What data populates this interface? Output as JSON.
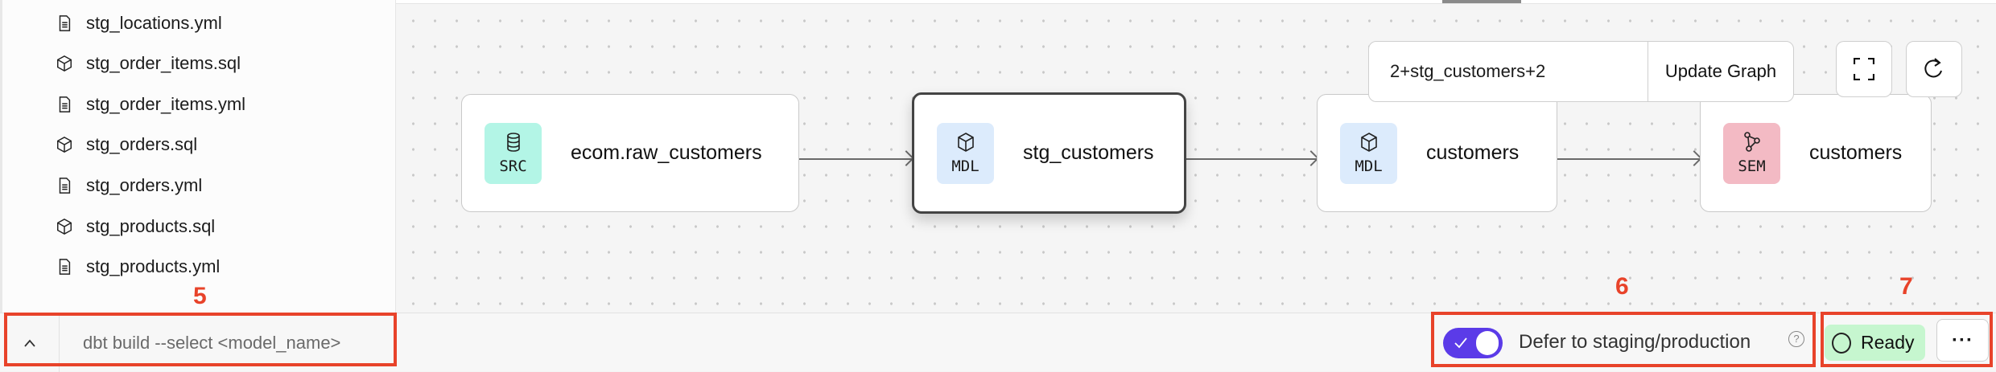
{
  "sidebar": {
    "files": [
      {
        "name": "stg_locations.yml",
        "icon": "file-text-icon"
      },
      {
        "name": "stg_order_items.sql",
        "icon": "cube-icon"
      },
      {
        "name": "stg_order_items.yml",
        "icon": "file-text-icon"
      },
      {
        "name": "stg_orders.sql",
        "icon": "cube-icon"
      },
      {
        "name": "stg_orders.yml",
        "icon": "file-text-icon"
      },
      {
        "name": "stg_products.sql",
        "icon": "cube-icon"
      },
      {
        "name": "stg_products.yml",
        "icon": "file-text-icon"
      }
    ]
  },
  "graph": {
    "selector_value": "2+stg_customers+2",
    "update_label": "Update Graph",
    "nodes": [
      {
        "type": "SRC",
        "label": "ecom.raw_customers",
        "color": "#b3f5e6",
        "icon": "database-icon"
      },
      {
        "type": "MDL",
        "label": "stg_customers",
        "color": "#dcebfc",
        "icon": "cube-icon",
        "selected": true
      },
      {
        "type": "MDL",
        "label": "customers",
        "color": "#dcebfc",
        "icon": "cube-icon"
      },
      {
        "type": "SEM",
        "label": "customers",
        "color": "#f3bac4",
        "icon": "semantic-graph-icon"
      }
    ]
  },
  "bottom": {
    "command_placeholder": "dbt build --select <model_name>",
    "defer_label": "Defer to staging/production",
    "defer_enabled": true,
    "status": "Ready",
    "toggle_color": "#5b3be8",
    "status_color": "#c6f6cf"
  },
  "annotations": {
    "a5": "5",
    "a6": "6",
    "a7": "7"
  }
}
